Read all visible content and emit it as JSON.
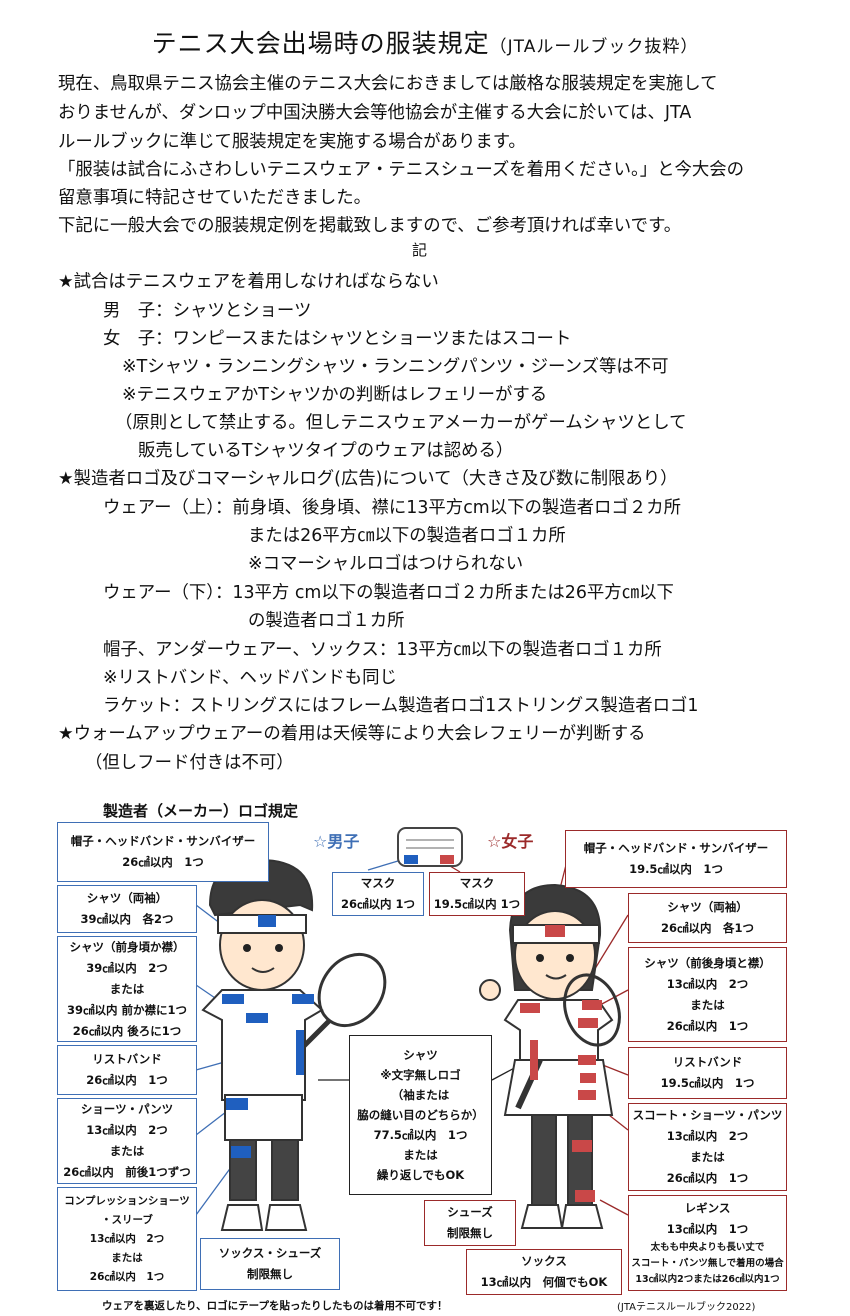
{
  "title": "テニス大会出場時の服装規定",
  "title_sub": "（JTAルールブック抜粋）",
  "intro": [
    "現在、鳥取県テニス協会主催のテニス大会におきましては厳格な服装規定を実施して",
    "おりませんが、ダンロップ中国決勝大会等他協会が主催する大会に於いては、JTA",
    "ルールブックに準じて服装規定を実施する場合があります。",
    "「服装は試合にふさわしいテニスウェア・テニスシューズを着用ください。」と今大会の",
    "留意事項に特記させていただきました。",
    "下記に一般大会での服装規定例を掲載致しますので、ご参考頂ければ幸いです。"
  ],
  "ki": "記",
  "rules": [
    "★試合はテニスウェアを着用しなければならない",
    "男　子：シャツとショーツ",
    "女　子：ワンピースまたはシャツとショーツまたはスコート",
    "※Tシャツ・ランニングシャツ・ランニングパンツ・ジーンズ等は不可",
    "※テニスウェアかTシャツかの判断はレフェリーがする",
    "（原則として禁止する。但しテニスウェアメーカーがゲームシャツとして",
    "販売しているTシャツタイプのウェアは認める）",
    "★製造者ロゴ及びコマーシャルログ(広告)について（大きさ及び数に制限あり）",
    "ウェアー（上）：前身頃、後身頃、襟に13平方cm以下の製造者ロゴ２カ所",
    "または26平方㎝以下の製造者ロゴ１カ所",
    "※コマーシャルロゴはつけられない",
    "ウェアー（下）：13平方 cm以下の製造者ロゴ２カ所または26平方㎝以下",
    "の製造者ロゴ１カ所",
    "帽子、アンダーウェアー、ソックス：13平方㎝以下の製造者ロゴ１カ所",
    "※リストバンド、ヘッドバンドも同じ",
    "ラケット：ストリングスにはフレーム製造者ロゴ1ストリングス製造者ロゴ1",
    "★ウォームアップウェアーの着用は天候等により大会レフェリーが判断する",
    "（但しフード付きは不可）"
  ],
  "diagram": {
    "heading": "製造者（メーカー）ロゴ規定",
    "male_label": "☆男子",
    "female_label": "☆女子",
    "male_boxes": {
      "cap": [
        "帽子・ヘッドバンド・サンバイザー",
        "26㎠以内　1つ"
      ],
      "sleeve": [
        "シャツ（両袖）",
        "39㎠以内　各2つ"
      ],
      "front": [
        "シャツ（前身頃か襟）",
        "39㎠以内　2つ",
        "または",
        "39㎠以内 前か襟に1つ",
        "26㎠以内 後ろに1つ"
      ],
      "wrist": [
        "リストバンド",
        "26㎠以内　1つ"
      ],
      "shorts": [
        "ショーツ・パンツ",
        "13㎠以内　2つ",
        "または",
        "26㎠以内　前後1つずつ"
      ],
      "compression": [
        "コンプレッションショーツ",
        "・スリーブ",
        "13㎠以内　2つ",
        "または",
        "26㎠以内　1つ"
      ],
      "socks": [
        "ソックス・シューズ",
        "制限無し"
      ],
      "mask": [
        "マスク",
        "26㎠以内 1つ"
      ]
    },
    "female_boxes": {
      "mask": [
        "マスク",
        "19.5㎠以内 1つ"
      ],
      "cap": [
        "帽子・ヘッドバンド・サンバイザー",
        "19.5㎠以内　1つ"
      ],
      "sleeve": [
        "シャツ（両袖）",
        "26㎠以内　各1つ"
      ],
      "front": [
        "シャツ（前後身頃と襟）",
        "13㎠以内　2つ",
        "または",
        "26㎠以内　1つ"
      ],
      "wrist": [
        "リストバンド",
        "19.5㎠以内　1つ"
      ],
      "skort": [
        "スコート・ショーツ・パンツ",
        "13㎠以内　2つ",
        "または",
        "26㎠以内　1つ"
      ],
      "leggings": [
        "レギンス",
        "13㎠以内　1つ",
        "太もも中央よりも長い丈で",
        "スコート・パンツ無しで着用の場合",
        "13㎠以内2つまたは26㎠以内1つ"
      ],
      "shoes": [
        "シューズ",
        "制限無し"
      ],
      "socks": [
        "ソックス",
        "13㎠以内　何個でもOK"
      ]
    },
    "center_box": [
      "シャツ",
      "※文字無しロゴ",
      "（袖または",
      "脇の縫い目のどちらか）",
      "77.5㎠以内　1つ",
      "または",
      "繰り返しでもOK"
    ],
    "footer_left": "ウェアを裏返したり、ロゴにテープを貼ったりしたものは着用不可です！",
    "footer_right": "(JTAテニスルールブック2022)",
    "colors": {
      "male": "#3f6fb5",
      "female": "#9b2a2a",
      "male_logo": "#1f5fbf",
      "female_logo": "#c94848"
    }
  }
}
